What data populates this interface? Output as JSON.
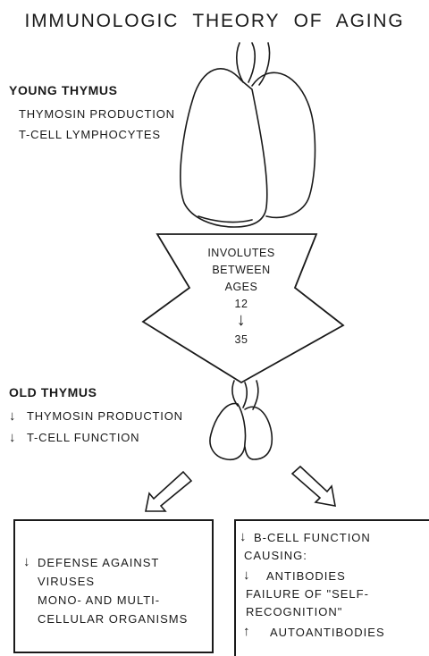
{
  "title": "IMMUNOLOGIC THEORY OF AGING",
  "young": {
    "heading": "YOUNG THYMUS",
    "line1": "THYMOSIN PRODUCTION",
    "line2": "T-CELL LYMPHOCYTES"
  },
  "involution": {
    "line1": "INVOLUTES",
    "line2": "BETWEEN",
    "line3": "AGES",
    "age_start": "12",
    "arrow": "↓",
    "age_end": "35"
  },
  "old": {
    "heading": "OLD THYMUS",
    "line1_arrow": "↓",
    "line1": "THYMOSIN PRODUCTION",
    "line2_arrow": "↓",
    "line2": "T-CELL FUNCTION"
  },
  "left_box": {
    "arrow": "↓",
    "line1": "DEFENSE AGAINST",
    "line2": "VIRUSES",
    "line3": "MONO- AND MULTI-",
    "line4": "CELLULAR ORGANISMS"
  },
  "right_box": {
    "line1_arrow": "↓",
    "line1": "B-CELL FUNCTION",
    "line2": "CAUSING:",
    "line3_arrow": "↓",
    "line3": "ANTIBODIES",
    "line4": "FAILURE OF \"SELF-",
    "line5": "RECOGNITION\"",
    "line6_arrow": "↑",
    "line6": "AUTOANTIBODIES"
  }
}
